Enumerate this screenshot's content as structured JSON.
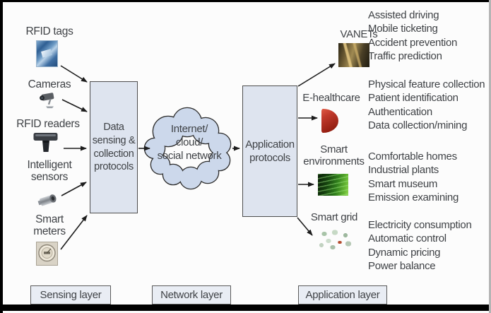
{
  "devices": [
    {
      "label": "RFID tags",
      "icon": "rfid-tag-icon"
    },
    {
      "label": "Cameras",
      "icon": "camera-icon"
    },
    {
      "label": "RFID readers",
      "icon": "rfid-reader-icon"
    },
    {
      "label": "Intelligent sensors",
      "icon": "intelligent-sensor-icon"
    },
    {
      "label": "Smart meters",
      "icon": "smart-meter-icon"
    }
  ],
  "sensing_box": {
    "label": "Data sensing & collection protocols"
  },
  "cloud": {
    "lines": [
      "Internet/",
      "cloud/",
      "social network"
    ]
  },
  "application_box": {
    "label": "Application protocols"
  },
  "applications": [
    {
      "label": "VANETs",
      "icon": "vanets-icon",
      "items": [
        "Assisted driving",
        "Mobile ticketing",
        "Accident prevention",
        "Traffic prediction"
      ]
    },
    {
      "label": "E-healthcare",
      "icon": "e-healthcare-icon",
      "items": [
        "Physical feature collection",
        "Patient identification",
        "Authentication",
        "Data collection/mining"
      ]
    },
    {
      "label": "Smart environments",
      "icon": "smart-environments-icon",
      "items": [
        "Comfortable homes",
        "Industrial plants",
        "Smart museum",
        "Emission examining"
      ]
    },
    {
      "label": "Smart grid",
      "icon": "smart-grid-icon",
      "items": [
        "Electricity consumption",
        "Automatic control",
        "Dynamic pricing",
        "Power balance"
      ]
    }
  ],
  "layers": [
    {
      "label": "Sensing layer"
    },
    {
      "label": "Network layer"
    },
    {
      "label": "Application layer"
    }
  ],
  "colors": {
    "box_fill": "#dee4ef",
    "box_border": "#4d4d4d",
    "cloud_fill": "#ccd8eb",
    "chip_fill": "#e9edf4",
    "text": "#3f4246",
    "arrow": "#1c1c1c",
    "healthcare_red": "#b32417",
    "environment_green": "#3f9a28",
    "rfid_blue": "#3f6fa3"
  }
}
